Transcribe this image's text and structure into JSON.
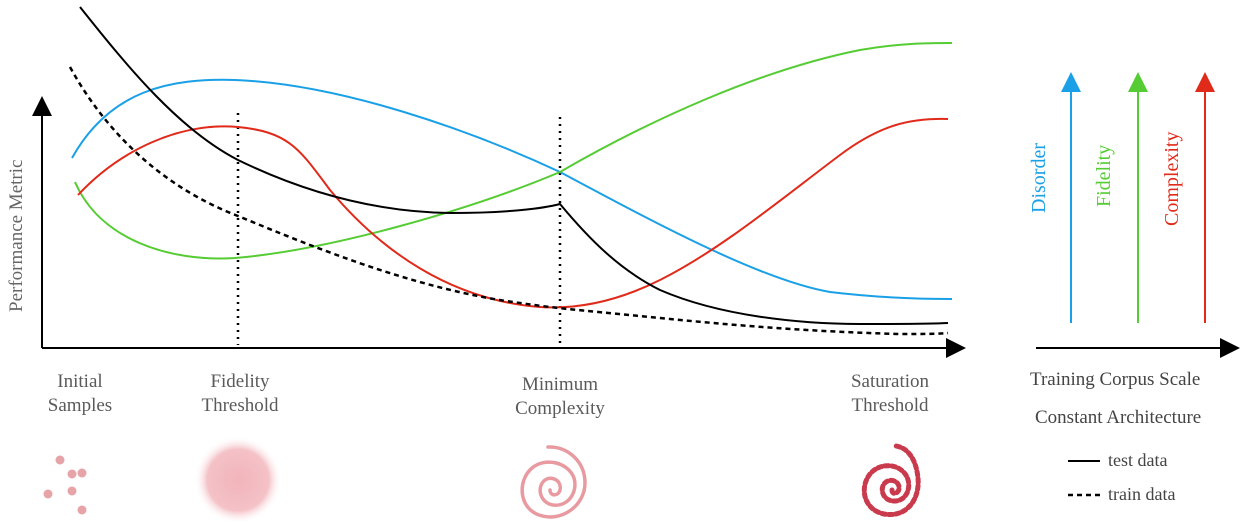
{
  "y_axis_label": "Performance Metric",
  "x_axis_label": "Training Corpus Scale",
  "subtitle": "Constant Architecture",
  "stages": [
    {
      "line1": "Initial",
      "line2": "Samples"
    },
    {
      "line1": "Fidelity",
      "line2": "Threshold"
    },
    {
      "line1": "Minimum",
      "line2": "Complexity"
    },
    {
      "line1": "Saturation",
      "line2": "Threshold"
    }
  ],
  "indicators": [
    {
      "label": "Disorder",
      "color": "#1aa0e6"
    },
    {
      "label": "Fidelity",
      "color": "#55cc33"
    },
    {
      "label": "Complexity",
      "color": "#e02a1a"
    }
  ],
  "legend": [
    {
      "label": "test data",
      "style": "solid"
    },
    {
      "label": "train data",
      "style": "dashed"
    }
  ],
  "colors": {
    "disorder": "#1aa0e6",
    "fidelity": "#55cc33",
    "complexity": "#e02a1a",
    "test": "#000000",
    "train": "#000000",
    "glyph": "#e6a3a8"
  }
}
